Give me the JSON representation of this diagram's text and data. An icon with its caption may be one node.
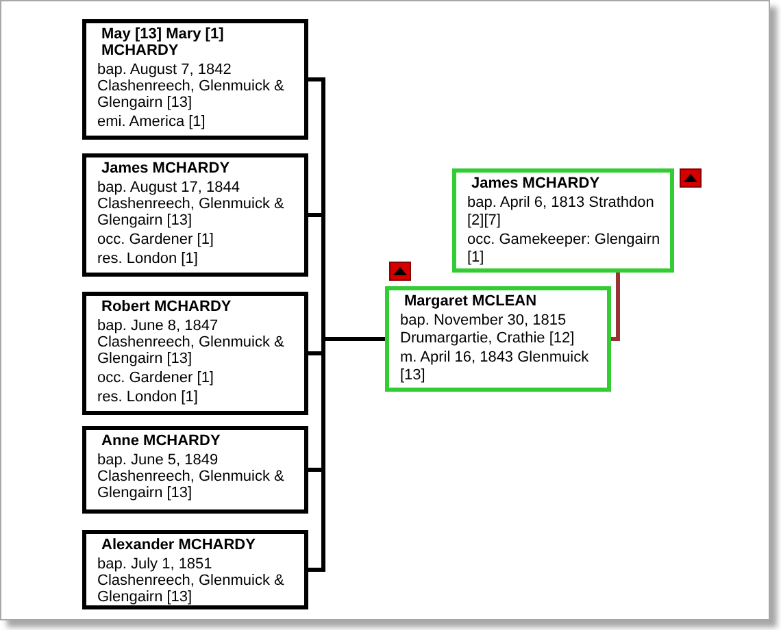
{
  "diagram": {
    "nodes": [
      {
        "text": [
          "May [13] Mary [1] MCHARDY",
          "bap. August 7, 1842 Clashenreech, Glenmuick & Glengairn [13]",
          "emi. America [1]"
        ]
      },
      {
        "text": [
          "James MCHARDY",
          "bap. August 17, 1844 Clashenreech, Glenmuick & Glengairn [13]",
          "occ. Gardener [1]",
          "res. London [1]"
        ]
      },
      {
        "text": [
          "Robert MCHARDY",
          "bap. June 8, 1847 Clashenreech, Glenmuick & Glengairn [13]",
          "occ. Gardener [1]",
          "res. London [1]"
        ]
      },
      {
        "text": [
          "Anne MCHARDY",
          "bap. June 5, 1849 Clashenreech, Glenmuick & Glengairn [13]"
        ]
      },
      {
        "text": [
          "Alexander MCHARDY",
          "bap. July 1, 1851 Clashenreech, Glenmuick & Glengairn [13]"
        ]
      },
      {
        "text": [
          "James MCHARDY",
          "bap. April 6, 1813 Strathdon [2][7]",
          "occ. Gamekeeper: Glengairn [1]"
        ]
      },
      {
        "text": [
          "Margaret MCLEAN",
          "bap. November 30, 1815 Drumargartie, Crathie [12]",
          "m. April 16, 1843 Glenmuick [13]"
        ]
      }
    ],
    "edges": [
      {
        "from": 6,
        "to": 0,
        "arrow": "none"
      },
      {
        "from": 6,
        "to": 1,
        "arrow": "none"
      },
      {
        "from": 6,
        "to": 2,
        "arrow": "none"
      },
      {
        "from": 6,
        "to": 3,
        "arrow": "none"
      },
      {
        "from": 6,
        "to": 4,
        "arrow": "none"
      },
      {
        "from": 5,
        "to": 6,
        "arrow": "none",
        "color": "#993333"
      }
    ]
  }
}
